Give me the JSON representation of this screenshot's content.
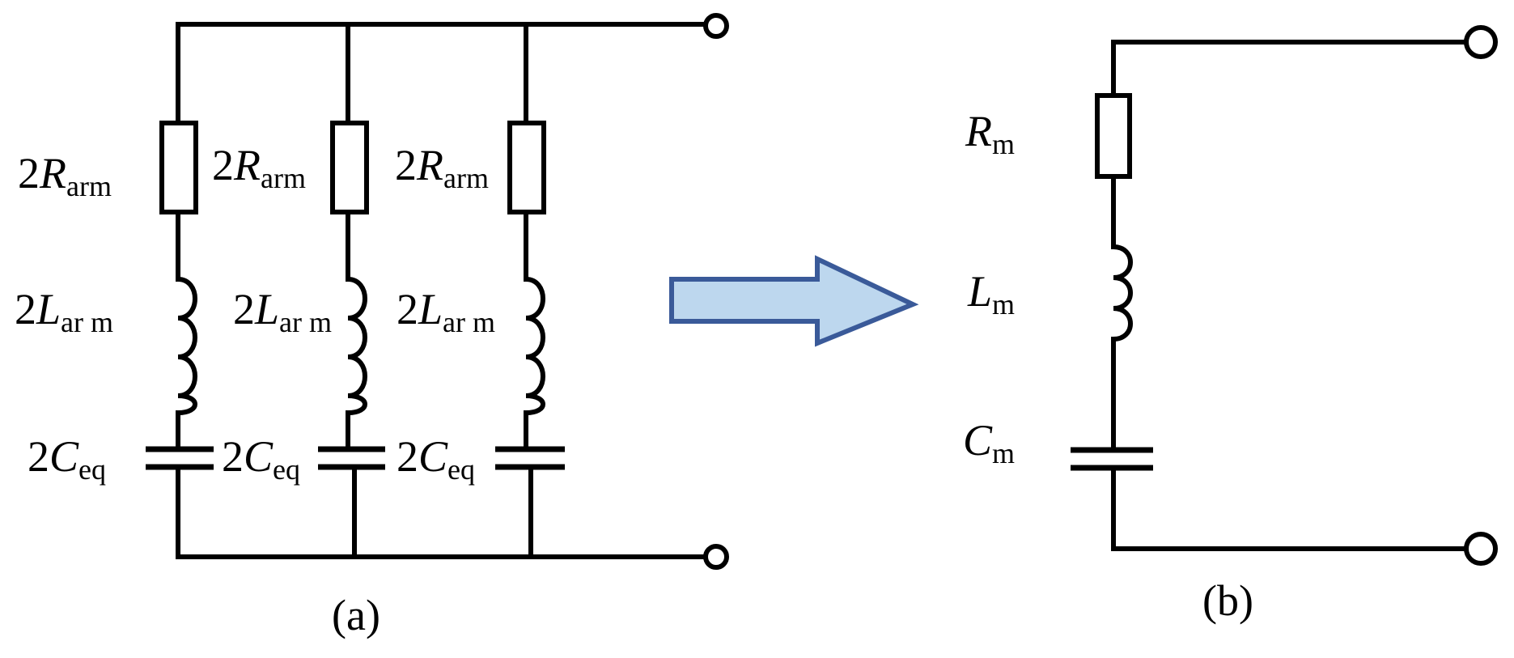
{
  "panel_a": {
    "caption": "(a)",
    "branches": [
      {
        "resistor": {
          "coef": "2",
          "symbol": "R",
          "sub": "arm"
        },
        "inductor": {
          "coef": "2",
          "symbol": "L",
          "sub": "ar m"
        },
        "capacitor": {
          "coef": "2",
          "symbol": "C",
          "sub": "eq"
        }
      },
      {
        "resistor": {
          "coef": "2",
          "symbol": "R",
          "sub": "arm"
        },
        "inductor": {
          "coef": "2",
          "symbol": "L",
          "sub": "ar m"
        },
        "capacitor": {
          "coef": "2",
          "symbol": "C",
          "sub": "eq"
        }
      },
      {
        "resistor": {
          "coef": "2",
          "symbol": "R",
          "sub": "arm"
        },
        "inductor": {
          "coef": "2",
          "symbol": "L",
          "sub": "ar m"
        },
        "capacitor": {
          "coef": "2",
          "symbol": "C",
          "sub": "eq"
        }
      }
    ]
  },
  "panel_b": {
    "caption": "(b)",
    "resistor": {
      "symbol": "R",
      "sub": "m"
    },
    "inductor": {
      "symbol": "L",
      "sub": "m"
    },
    "capacitor": {
      "symbol": "C",
      "sub": "m"
    }
  },
  "colors": {
    "line": "#000000",
    "arrow_fill": "#bdd7ee",
    "arrow_stroke": "#3a5a99"
  }
}
